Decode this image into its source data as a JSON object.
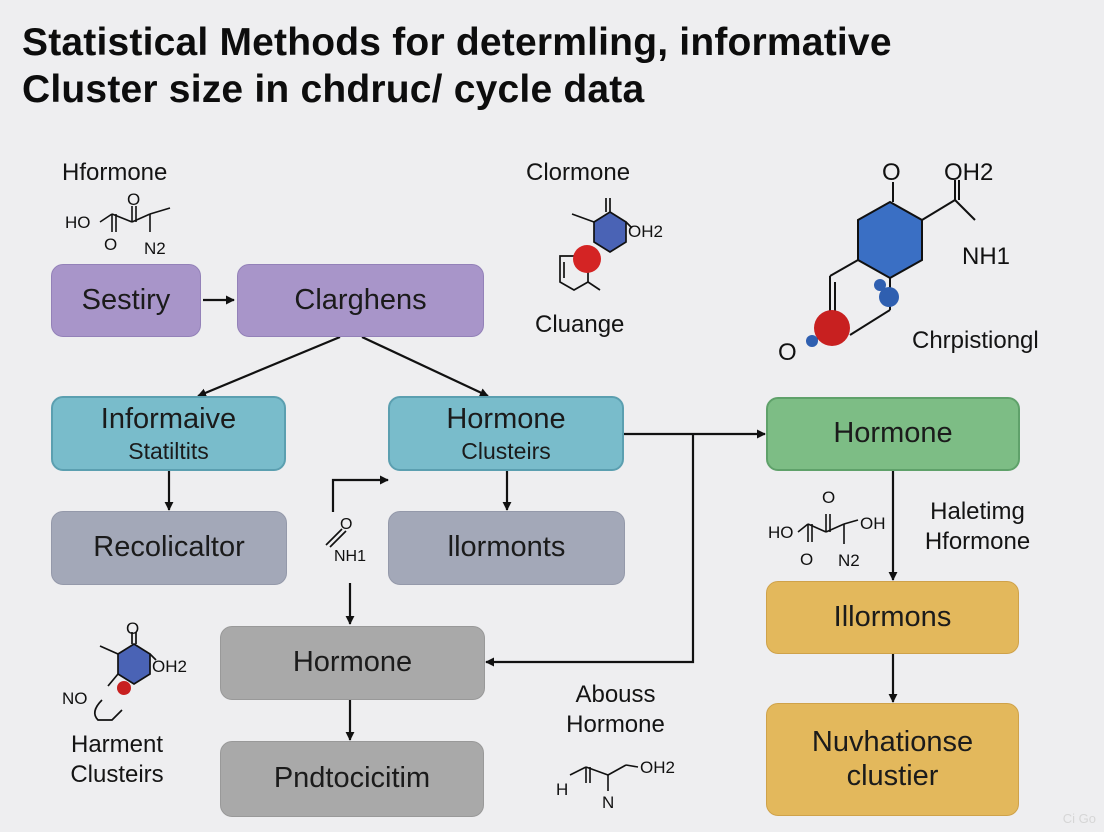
{
  "title": {
    "line1": "Statistical Methods for determling, informative",
    "line2": "Cluster size in chdruc/ cycle data"
  },
  "labels": {
    "hformone_top": "Hformone",
    "clormone": "Clormone",
    "cluange": "Cluange",
    "chrpistiongl": "Chrpistiongl",
    "haletimg_1": "Haletimg",
    "haletimg_2": "Hformone",
    "abouss_1": "Abouss",
    "abouss_2": "Hormone",
    "harment_1": "Harment",
    "harment_2": "Clusteirs"
  },
  "boxes": {
    "sestiry": "Sestiry",
    "clarghens": "Clarghens",
    "informaive": "Informaive",
    "statiltits": "Statiltits",
    "hormone_clusters": "Hormone",
    "clusteirs": "Clusteirs",
    "hormone_green": "Hormone",
    "recolicaltor": "Recolicaltor",
    "hormonts": "llormonts",
    "hormone_grey": "Hormone",
    "illormons": "Illormons",
    "pndtocicitim": "Pndtocicitim",
    "nuvhationse_1": "Nuvhationse",
    "nuvhationse_2": "clustier"
  },
  "molecules": {
    "m1": {
      "ho": "HO",
      "o1": "O",
      "o2": "O",
      "n2": "N2"
    },
    "m2": {
      "oh2": "OH2"
    },
    "m3": {
      "o_top": "O",
      "oh2": "OH2",
      "nh1": "NH1",
      "o_left": "O"
    },
    "m4": {
      "o": "O",
      "nh1": "NH1"
    },
    "m5": {
      "ho": "HO",
      "o1": "O",
      "o2": "O",
      "oh": "OH",
      "n2": "N2"
    },
    "m6": {
      "o": "O",
      "oh2": "OH2",
      "no": "NO"
    },
    "m7": {
      "oh2": "OH2",
      "h": "H",
      "n": "N"
    }
  },
  "colors": {
    "purple": "#a895c9",
    "teal": "#79bccb",
    "green": "#7dbd85",
    "gold": "#e3b85c",
    "atom_red": "#d42424",
    "atom_blue": "#2f5fb0"
  },
  "watermark": "Ci Go"
}
